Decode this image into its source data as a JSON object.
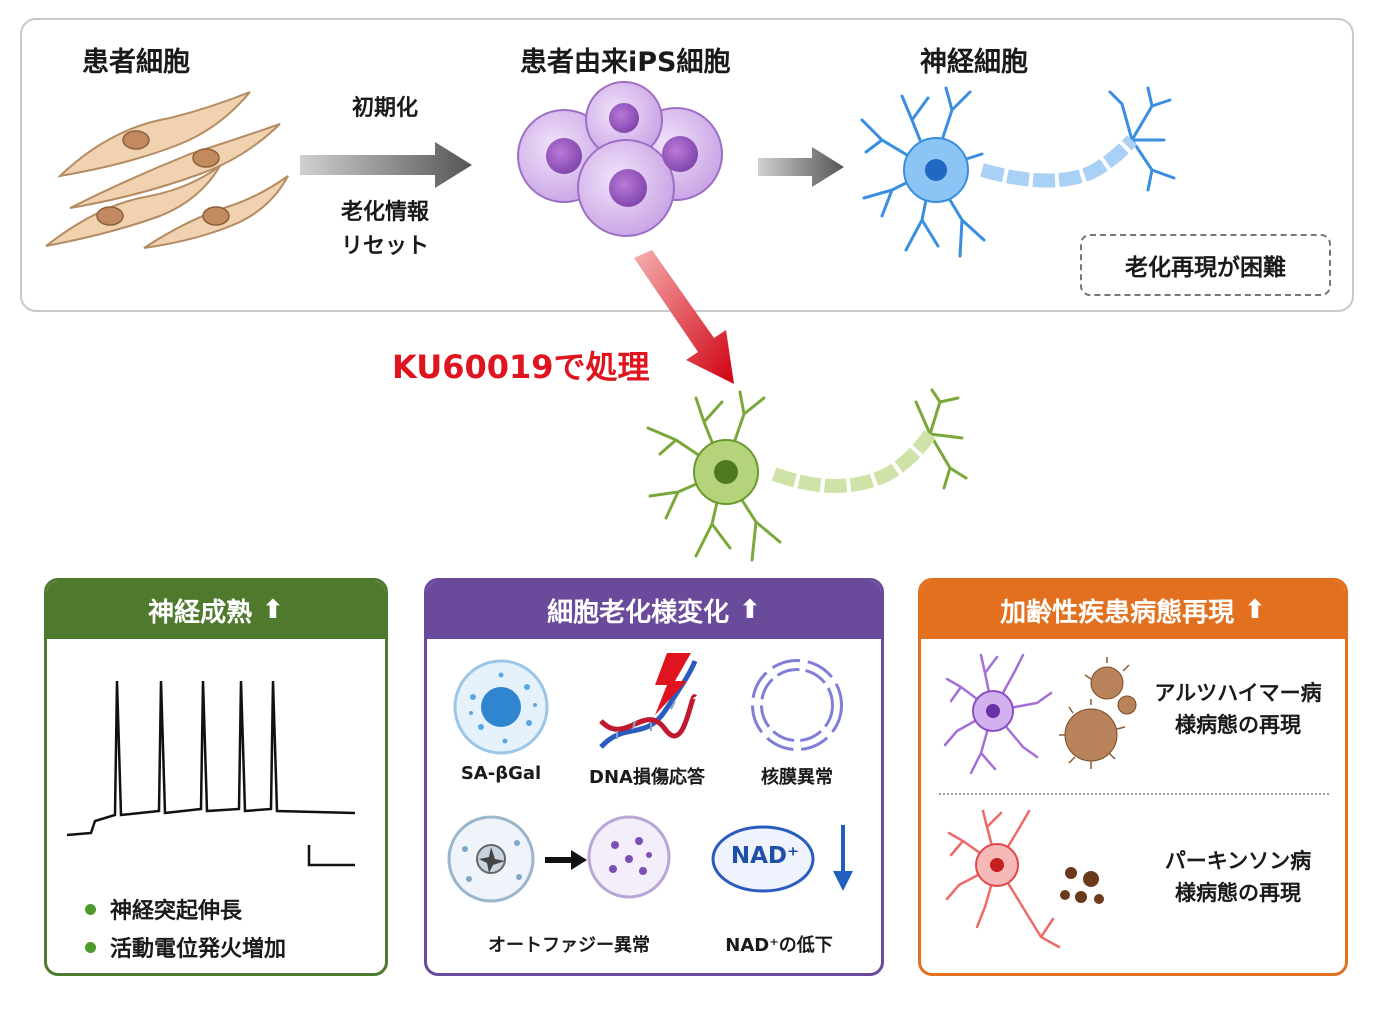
{
  "top": {
    "patient_cells_label": "患者細胞",
    "ips_cells_label": "患者由来iPS細胞",
    "neuron_label": "神経細胞",
    "reprogram_label": "初期化",
    "aging_reset_line1": "老化情報",
    "aging_reset_line2": "リセット",
    "difficulty_note": "老化再現が困難"
  },
  "treatment_label": "KU60019で処理",
  "cards": {
    "maturation": {
      "title": "神経成熟",
      "bullets": [
        "神経突起伸長",
        "活動電位発火増加"
      ]
    },
    "senescence": {
      "title": "細胞老化様変化",
      "items": [
        "SA-βGal",
        "DNA損傷応答",
        "核膜異常",
        "オートファジー異常",
        "NAD⁺の低下"
      ],
      "nad_text": "NAD⁺"
    },
    "disease": {
      "title": "加齢性疾患病態再現",
      "alzheimer_line1": "アルツハイマー病",
      "alzheimer_line2": "様病態の再現",
      "parkinson_line1": "パーキンソン病",
      "parkinson_line2": "様病態の再現"
    }
  },
  "colors": {
    "green": "#4f7a2e",
    "purple": "#6a4a9b",
    "orange": "#e2701f",
    "red": "#e0141e",
    "neuron_blue": "#3a8ee0",
    "neuron_green": "#7aa83a"
  }
}
